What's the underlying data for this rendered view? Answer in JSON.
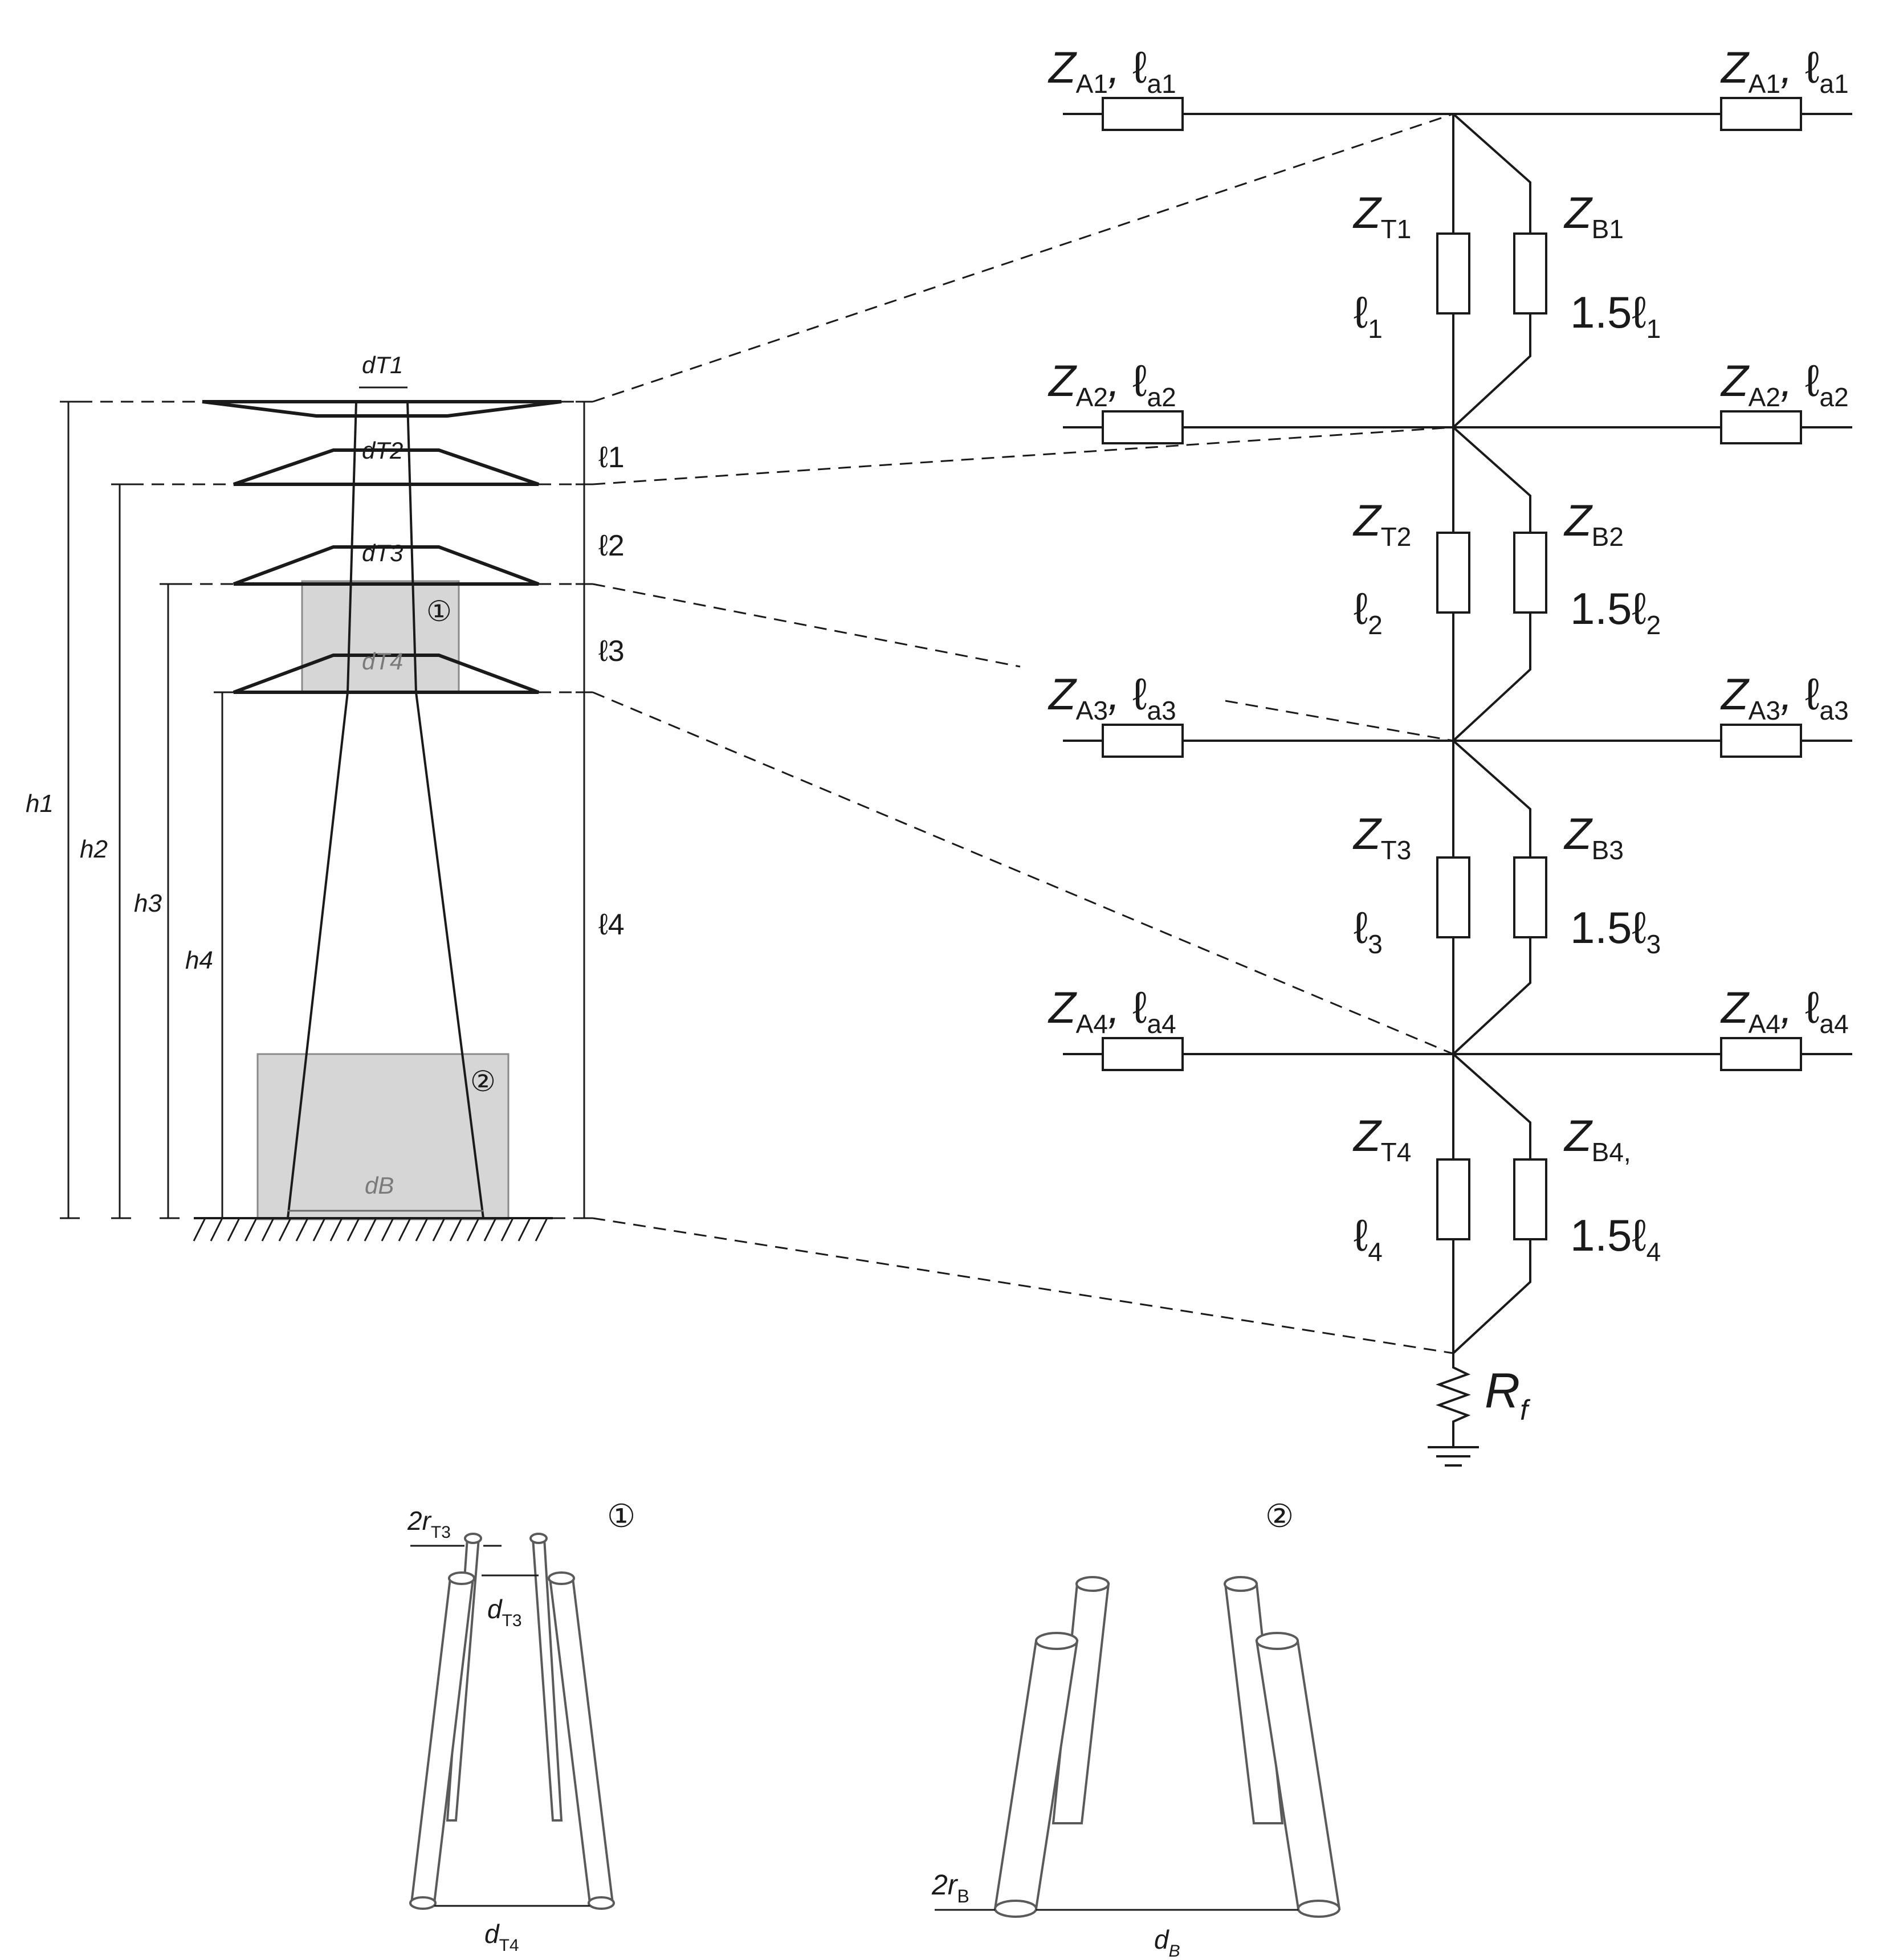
{
  "tower": {
    "heights": [
      "h1",
      "h2",
      "h3",
      "h4"
    ],
    "segments": [
      "ℓ1",
      "ℓ2",
      "ℓ3",
      "ℓ4"
    ],
    "widths": {
      "dT1": "dT1",
      "dT2": "dT2",
      "dT3": "dT3",
      "dT4": "dT4",
      "dB": "dB"
    },
    "detail_markers": [
      "①",
      "②"
    ]
  },
  "circuit": {
    "arms": [
      {
        "Z": "Z",
        "sub": "A1",
        "l": "ℓ",
        "lsub": "a1"
      },
      {
        "Z": "Z",
        "sub": "A2",
        "l": "ℓ",
        "lsub": "a2"
      },
      {
        "Z": "Z",
        "sub": "A3",
        "l": "ℓ",
        "lsub": "a3"
      },
      {
        "Z": "Z",
        "sub": "A4",
        "l": "ℓ",
        "lsub": "a4"
      }
    ],
    "sections": [
      {
        "zt_sub": "T1",
        "zb_sub": "B1",
        "len": "ℓ",
        "len_sub": "1",
        "brace": "1.5ℓ",
        "brace_sub": "1"
      },
      {
        "zt_sub": "T2",
        "zb_sub": "B2",
        "len": "ℓ",
        "len_sub": "2",
        "brace": "1.5ℓ",
        "brace_sub": "2"
      },
      {
        "zt_sub": "T3",
        "zb_sub": "B3",
        "len": "ℓ",
        "len_sub": "3",
        "brace": "1.5ℓ",
        "brace_sub": "3"
      },
      {
        "zt_sub": "T4",
        "zb_sub": "B4,",
        "len": "ℓ",
        "len_sub": "4",
        "brace": "1.5ℓ",
        "brace_sub": "4"
      }
    ],
    "footing": {
      "R": "R",
      "sub": "f"
    }
  },
  "details": {
    "d1": {
      "marker": "①",
      "r_label": "2r",
      "r_sub": "T3",
      "top_label": "d",
      "top_sub": "T3",
      "bottom_label": "d",
      "bottom_sub": "T4"
    },
    "d2": {
      "marker": "②",
      "r_label": "2r",
      "r_sub": "B",
      "bottom_label": "d",
      "bottom_sub": "B"
    }
  }
}
